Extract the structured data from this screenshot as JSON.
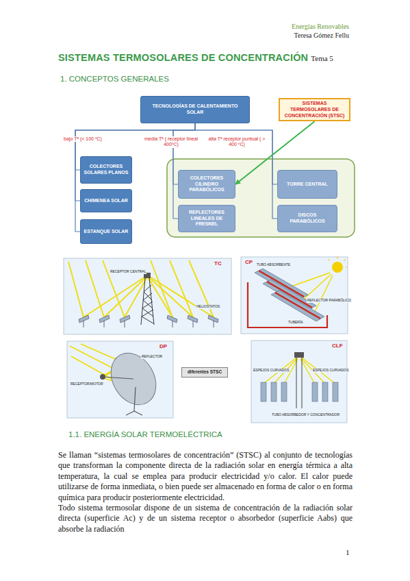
{
  "diagram": {
    "title": "SISTEMAS TERMOSOLARES DE CONCENTRACIÓN",
    "nodes": [
      {
        "text": [
          "TECNOLOGÍAS DE CALENTAMIENTO SOLAR"
        ]
      },
      {
        "text": [
          "SISTEMAS TERMOSOLARES DE CONCENTRACIÓN (STSC)"
        ]
      },
      {
        "text": [
          "COLECTORES SOLARES PLANOS"
        ]
      },
      {
        "text": [
          "CHIMENEA SOLAR"
        ]
      },
      {
        "text": [
          "ESTANQUE SOLAR"
        ]
      },
      {
        "text": [
          "COLECTORES CILINDRO PARABÓLICOS"
        ]
      },
      {
        "text": [
          "REFLECTORES LINEALES DE FRESNEL"
        ]
      },
      {
        "text": [
          "TORRE CENTRAL"
        ]
      },
      {
        "text": [
          "DISCOS PARABÓLICOS"
        ]
      },
      {
        "text": [
          "diferentes STSC"
        ]
      }
    ],
    "edges": [
      {
        "from": 0,
        "to": 2,
        "arrow": "none"
      },
      {
        "from": 0,
        "to": 3,
        "arrow": "none"
      },
      {
        "from": 0,
        "to": 4,
        "arrow": "none"
      },
      {
        "from": 0,
        "to": 5,
        "arrow": "none"
      },
      {
        "from": 0,
        "to": 6,
        "arrow": "none"
      },
      {
        "from": 0,
        "to": 7,
        "arrow": "none"
      },
      {
        "from": 0,
        "to": 8,
        "arrow": "none"
      },
      {
        "from": 1,
        "to": 5,
        "arrow": "to"
      }
    ],
    "labels": [
      "Energías Renovables",
      "Teresa Gómez Fellu",
      "Tema 5",
      "1. CONCEPTOS GENERALES",
      "bajo Tª (< 100 ºC)",
      "media Tª ( receptor lineal 400ºC)",
      "alta Tª receptor puntual ( > 400 ºC)",
      "TC",
      "RECEPTOR CENTRAL",
      "HELIOSTATOS",
      "CP",
      "TUBO ABSORBENTE",
      "REFLECTOR PARABÓLICO",
      "TUBERÍA",
      "DP",
      "RECEPTOR/MOTOR",
      "REFLECTOR",
      "CLF",
      "ESPEJOS CURVADOS",
      "ESPEJOS CURVADOS",
      "TUBO ABSORBEDOR Y CONCENTRADOR",
      "1.1. ENERGÍA SOLAR TERMOELÉCTRICA",
      "Se llaman “sistemas termosolares de concentración” (STSC) al conjunto de tecnologías que transforman la componente directa de la radiación solar en energía térmica a alta temperatura, la cual se emplea para producir electricidad y/o calor. El calor puede utilizarse de forma inmediata, o bien puede ser almacenado en forma de calor o en forma química para producir posteriormente electricidad.",
      "Todo sistema termosolar dispone de un sistema de concentración de la radiación solar directa (superficie Ac) y de un sistema receptor o absorbedor (superficie Aabs) que absorbe la radiación",
      "1"
    ]
  }
}
